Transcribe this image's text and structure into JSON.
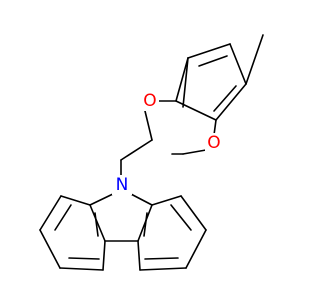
{
  "structure": {
    "atoms": {
      "O1": {
        "element": "O",
        "label": "O",
        "color": "#ff0000"
      },
      "O2": {
        "element": "O",
        "label": "O",
        "color": "#ff0000"
      },
      "N1": {
        "element": "N",
        "label": "N",
        "color": "#0000ff"
      }
    },
    "bond_color": "#000000"
  }
}
